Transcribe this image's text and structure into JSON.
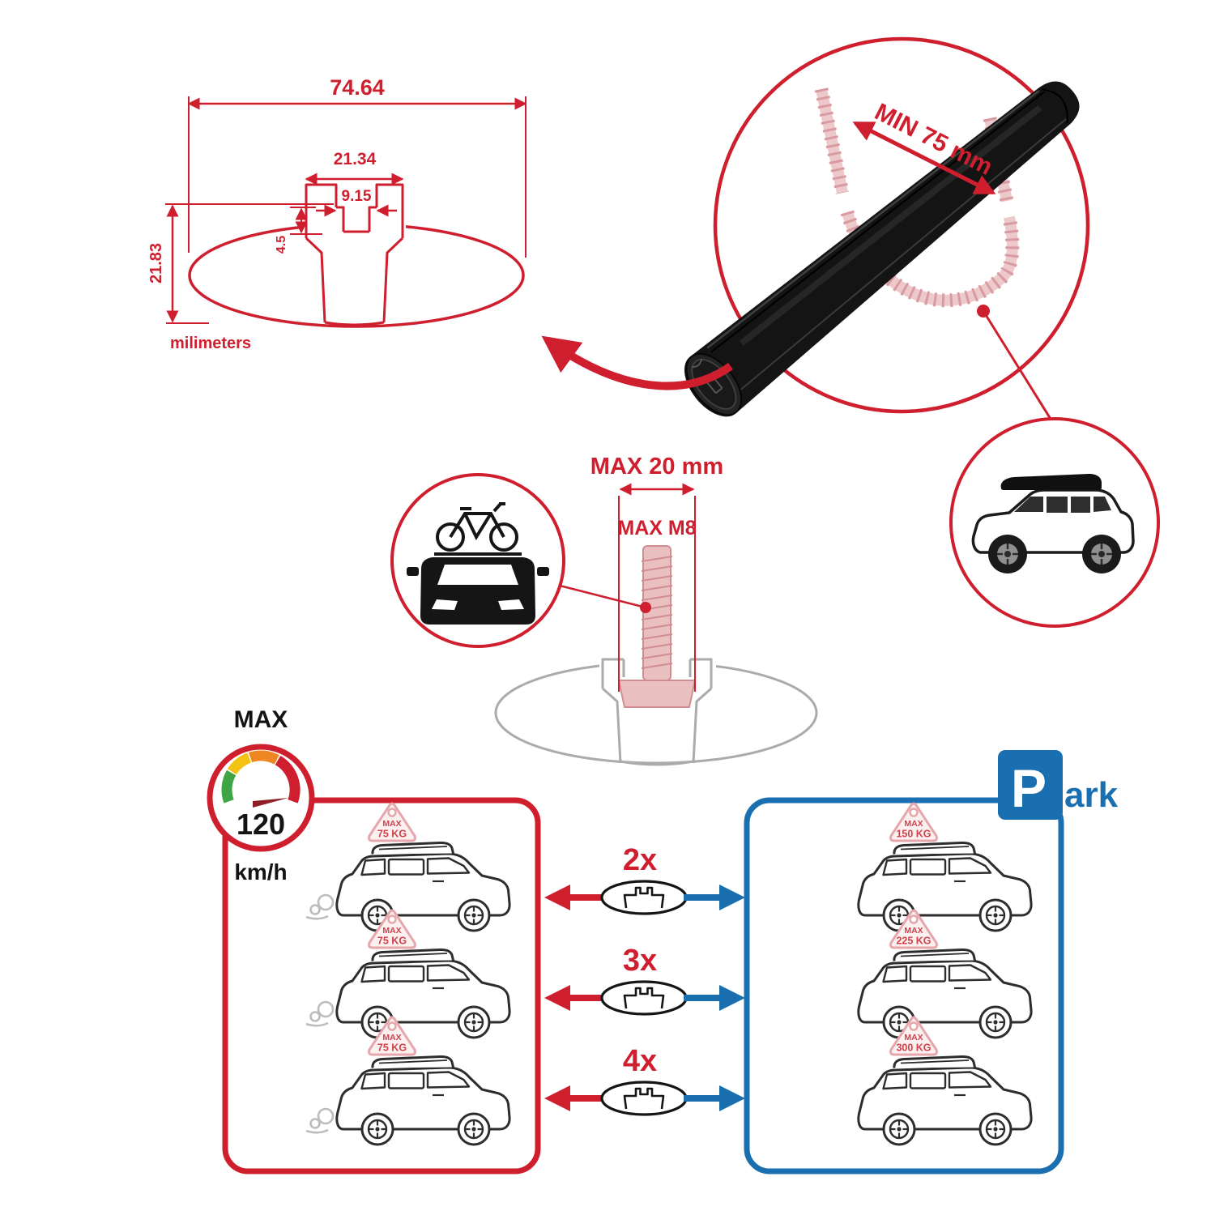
{
  "colors": {
    "red": "#cf1f2e",
    "blue": "#1a6fb0",
    "black": "#141414",
    "ghost_pink": "#edc9cc",
    "ghost_gray": "#ababab"
  },
  "tech": {
    "total_width": "74.64",
    "slot_outer": "21.34",
    "slot_inner": "9.15",
    "lip_depth": "4.5",
    "profile_height": "21.83",
    "units": "milimeters"
  },
  "inset": {
    "min_span": "MIN 75 mm"
  },
  "bolt": {
    "max_width": "MAX 20 mm",
    "max_thread": "MAX M8"
  },
  "speed": {
    "label": "MAX",
    "value": "120",
    "units": "km/h"
  },
  "multipliers": [
    {
      "label": "2x"
    },
    {
      "label": "3x"
    },
    {
      "label": "4x"
    }
  ],
  "driving_badges": [
    {
      "line1": "MAX",
      "line2": "75 KG"
    },
    {
      "line1": "MAX",
      "line2": "75 KG"
    },
    {
      "line1": "MAX",
      "line2": "75 KG"
    }
  ],
  "parked_badges": [
    {
      "line1": "MAX",
      "line2": "150 KG"
    },
    {
      "line1": "MAX",
      "line2": "225 KG"
    },
    {
      "line1": "MAX",
      "line2": "300 KG"
    }
  ],
  "park_sign": {
    "p": "P",
    "suffix": "ark"
  }
}
